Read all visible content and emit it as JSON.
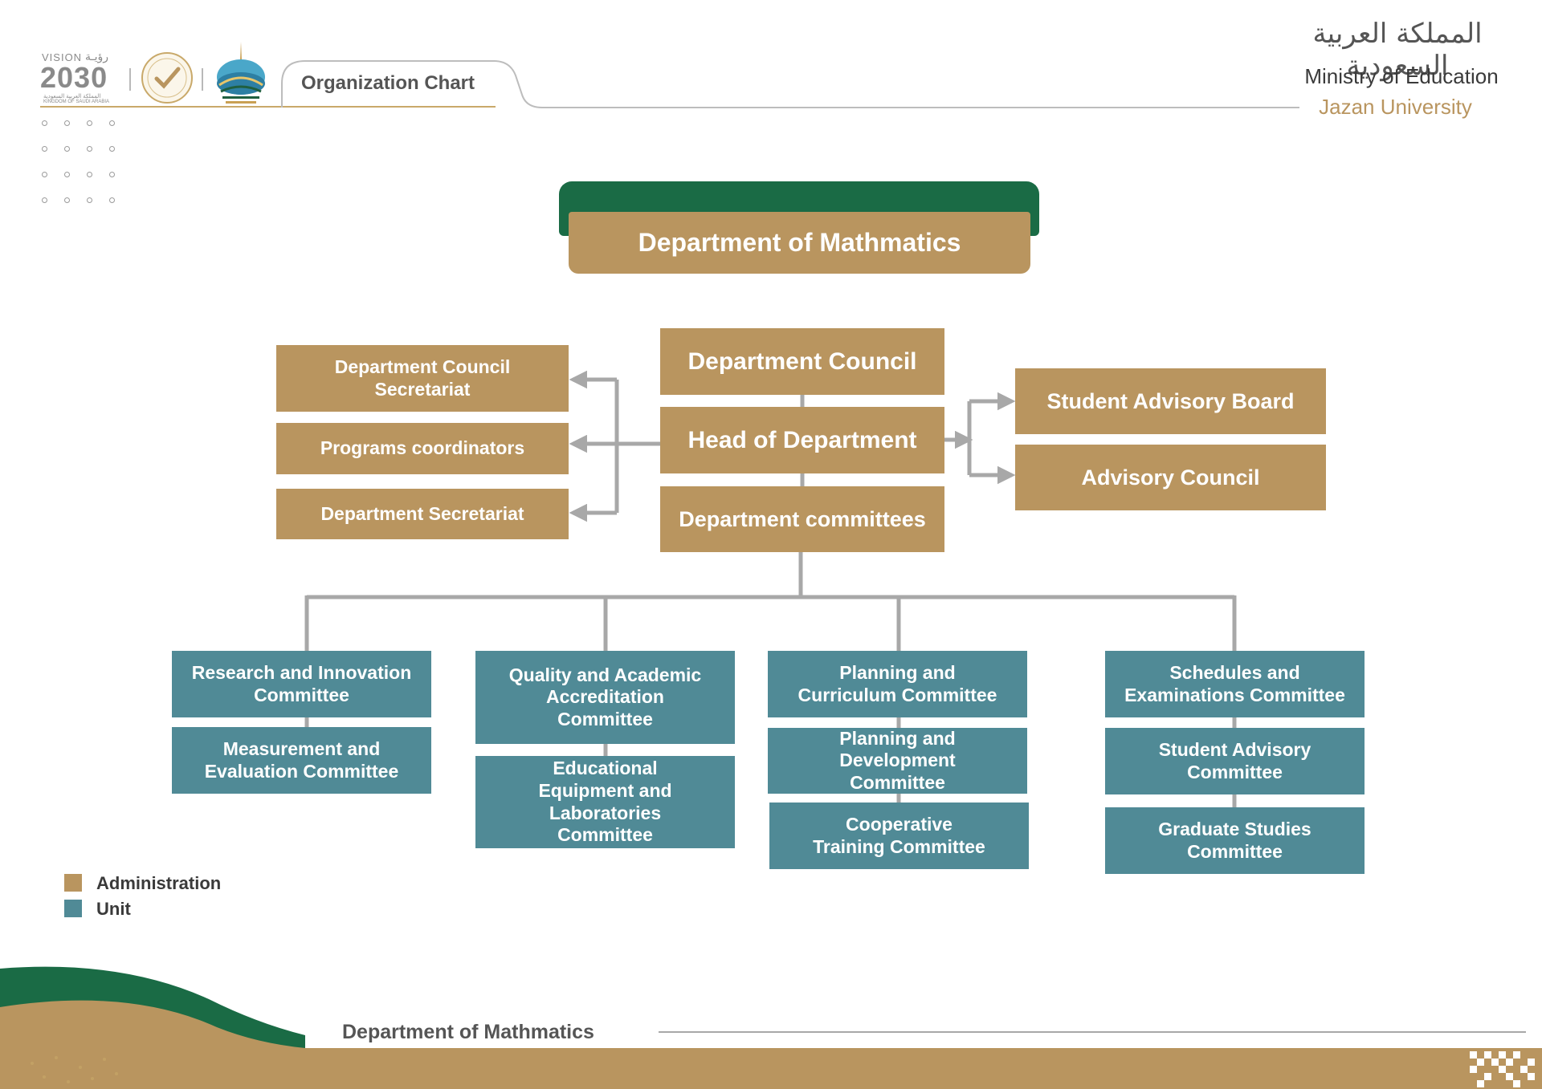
{
  "colors": {
    "administration": "#b9955f",
    "unit": "#508a96",
    "green": "#1a6b45",
    "connector": "#a8a8a8"
  },
  "header": {
    "vision_word": "VISION",
    "vision_arabic": "رؤيـة",
    "vision_year": "2030",
    "vision_caption_ar": "المملكة العربية السعودية",
    "vision_caption_en": "KINGDOM OF SAUDI ARABIA",
    "tab_title": "Organization Chart",
    "kingdom_arabic": "المملكة العربية السعودية",
    "ministry": "Ministry of Education",
    "university": "Jazan University"
  },
  "title_banner": "Department of Mathmatics",
  "center": {
    "council": "Department Council",
    "head": "Head of Department",
    "committees": "Department committees"
  },
  "left_units": {
    "secretariat_council": "Department Council Secretariat",
    "coordinators": "Programs coordinators",
    "secretariat": "Department Secretariat"
  },
  "right_units": {
    "student_board": "Student Advisory Board",
    "advisory_council": "Advisory Council"
  },
  "committees": {
    "col1": [
      "Research and Innovation Committee",
      "Measurement and Evaluation Committee"
    ],
    "col2": [
      "Quality and Academic Accreditation Committee",
      "Educational Equipment and Laboratories Committee"
    ],
    "col3": [
      "Planning and Curriculum Committee",
      "Planning and Development Committee",
      "Cooperative Training Committee"
    ],
    "col4": [
      "Schedules and Examinations Committee",
      "Student Advisory Committee",
      "Graduate Studies Committee"
    ]
  },
  "legend": [
    {
      "label": "Administration",
      "color": "#b9955f"
    },
    {
      "label": "Unit",
      "color": "#508a96"
    }
  ],
  "footer": {
    "title": "Department of Mathmatics"
  }
}
